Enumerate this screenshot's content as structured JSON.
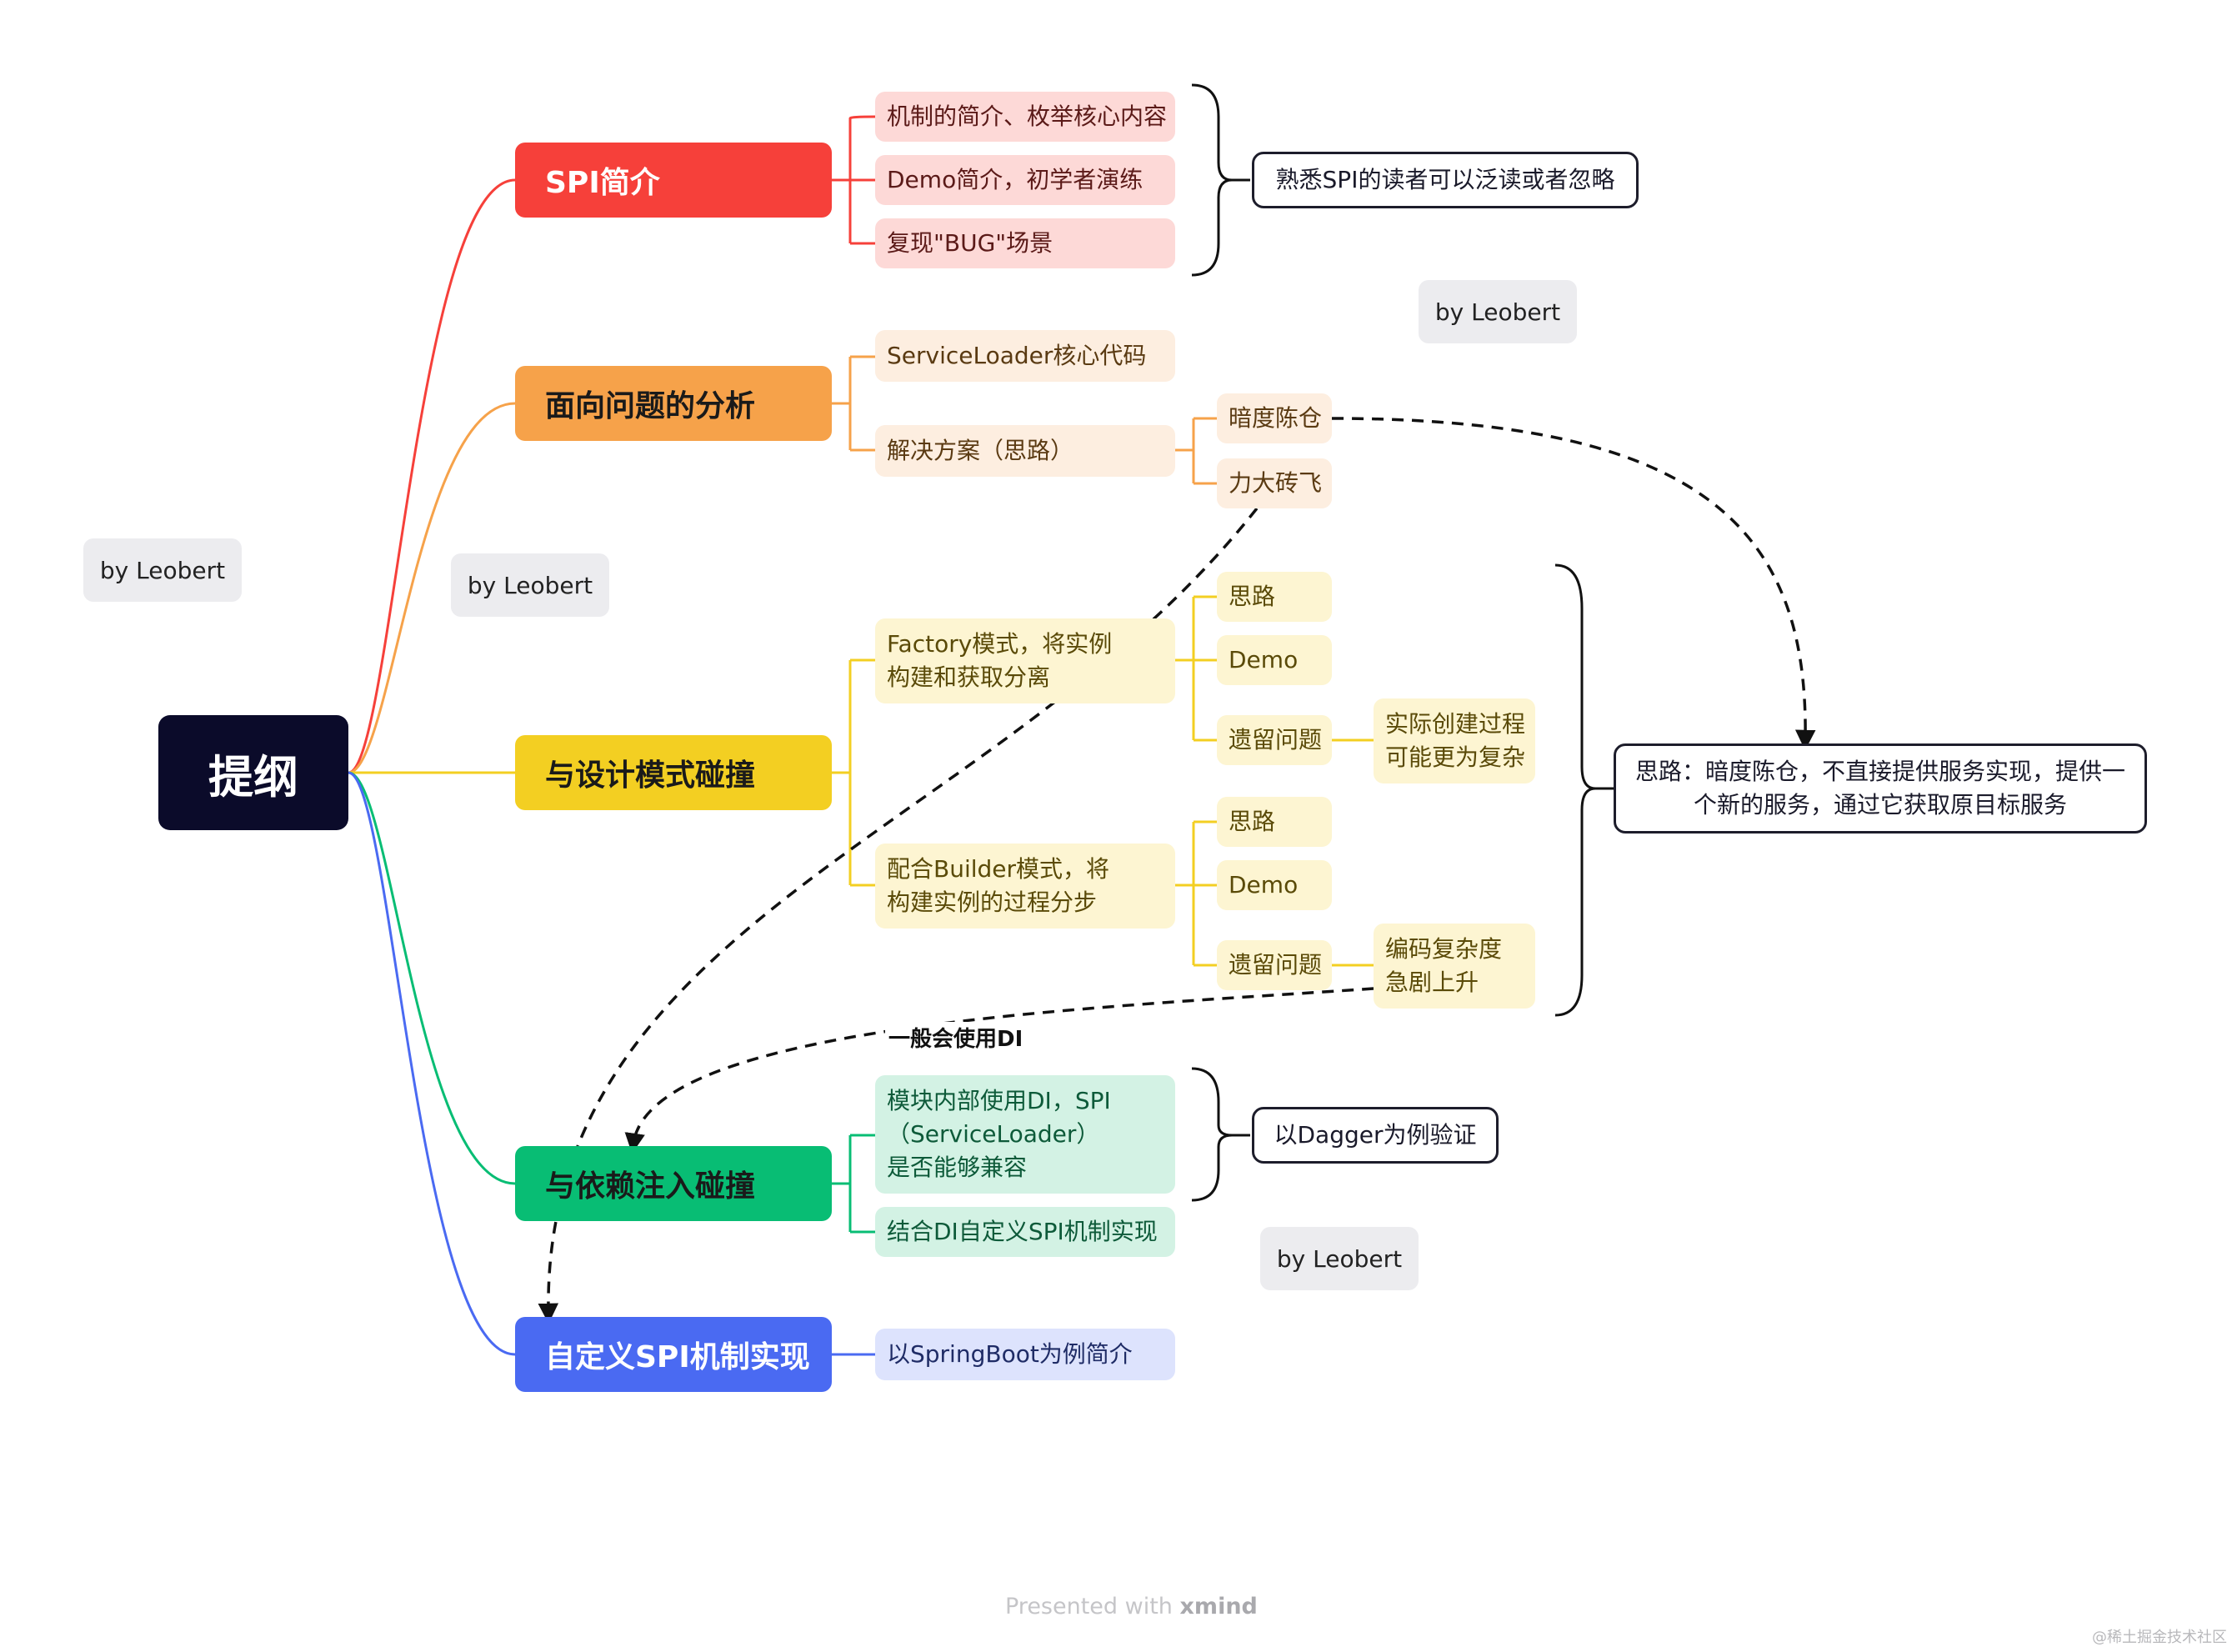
{
  "root": {
    "label": "提纲"
  },
  "main_nodes": [
    {
      "label": "SPI简介",
      "color": "#f6403a"
    },
    {
      "label": "面向问题的分析",
      "color": "#f6a24a"
    },
    {
      "label": "与设计模式碰撞",
      "color": "#f3cf22"
    },
    {
      "label": "与依赖注入碰撞",
      "color": "#08bd74"
    },
    {
      "label": "自定义SPI机制实现",
      "color": "#4a6af2"
    }
  ],
  "spi_intro": {
    "items": [
      "机制的简介、枚举核心内容",
      "Demo简介，初学者演练",
      "复现\"BUG\"场景"
    ],
    "note": "熟悉SPI的读者可以泛读或者忽略"
  },
  "analysis": {
    "core_code": "ServiceLoader核心代码",
    "solution": "解决方案（思路）",
    "approach_a": "暗度陈仓",
    "approach_b": "力大砖飞"
  },
  "design_patterns": {
    "factory": "Factory模式，将实例\n构建和获取分离",
    "builder": "配合Builder模式，将\n构建实例的过程分步",
    "factory_children": [
      "思路",
      "Demo",
      "遗留问题"
    ],
    "builder_children": [
      "思路",
      "Demo",
      "遗留问题"
    ],
    "factory_issue": "实际创建过程\n可能更为复杂",
    "builder_issue": "编码复杂度\n急剧上升",
    "note": "思路：暗度陈仓，不直接提供服务实现，提供一\n个新的服务，通过它获取原目标服务"
  },
  "di": {
    "items": [
      "模块内部使用DI，SPI\n（ServiceLoader）\n是否能够兼容",
      "结合DI自定义SPI机制实现"
    ],
    "note": "以Dagger为例验证",
    "edge_label": "一般会使用DI"
  },
  "custom_spi": {
    "items": [
      "以SpringBoot为例简介"
    ]
  },
  "bylines": [
    "by Leobert",
    "by Leobert",
    "by Leobert",
    "by Leobert"
  ],
  "footer": {
    "prefix": "Presented with",
    "brand": "xmind"
  },
  "watermark": "@稀土掘金技术社区"
}
